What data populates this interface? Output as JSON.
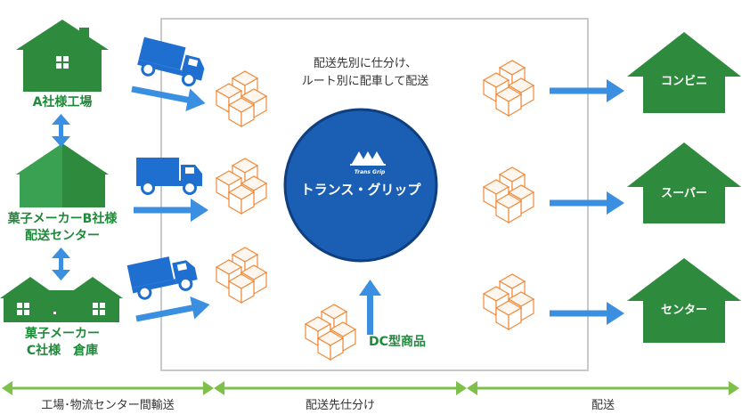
{
  "sources": {
    "factory_a": "A社様工場",
    "center_b": [
      "菓子メーカーB社様",
      "配送センター"
    ],
    "warehouse_c": [
      "菓子メーカー",
      "C社様　倉庫"
    ]
  },
  "center": {
    "caption": [
      "配送先別に仕分け、",
      "ルート別に配車して配送"
    ],
    "logo_small": "Trans Grip",
    "company": "トランス・グリップ",
    "dc_goods": "DC型商品"
  },
  "destinations": [
    "コンビニ",
    "スーパー",
    "センター"
  ],
  "phases": [
    "工場･物流センター間輸送",
    "配送先仕分け",
    "配送"
  ],
  "colors": {
    "house_green": "#2e8b3e",
    "arrow_blue": "#3b8fe0",
    "truck_blue": "#1f6fd1",
    "box_orange": "#f08a3a",
    "circle_blue": "#1a5fb4",
    "phase_green": "#7dc14b",
    "text_green": "#1f8a3a"
  },
  "icons": [
    "house-icon",
    "truck-icon",
    "box-icon",
    "arrow-icon",
    "logo-icon"
  ]
}
